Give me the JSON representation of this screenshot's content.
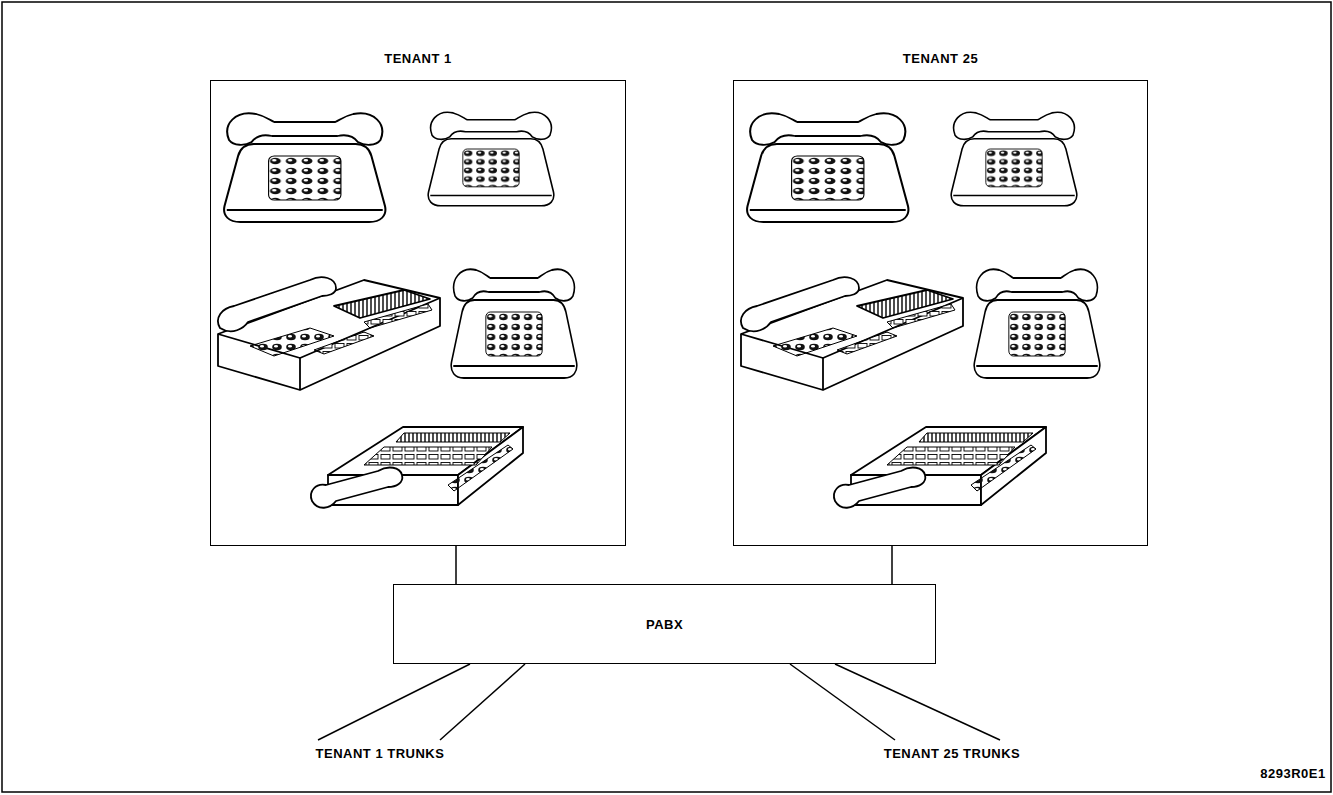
{
  "diagram": {
    "nodes": [
      {
        "text": [
          "TENANT 1"
        ]
      },
      {
        "text": [
          "TENANT 25"
        ]
      },
      {
        "text": [
          "PABX"
        ]
      }
    ],
    "edges": [
      {
        "from": 0,
        "to": 2,
        "arrow": "none"
      },
      {
        "from": 1,
        "to": 2,
        "arrow": "none"
      }
    ],
    "labels": [
      "TENANT 1 TRUNKS",
      "TENANT 25 TRUNKS",
      "8293R0E1"
    ]
  }
}
